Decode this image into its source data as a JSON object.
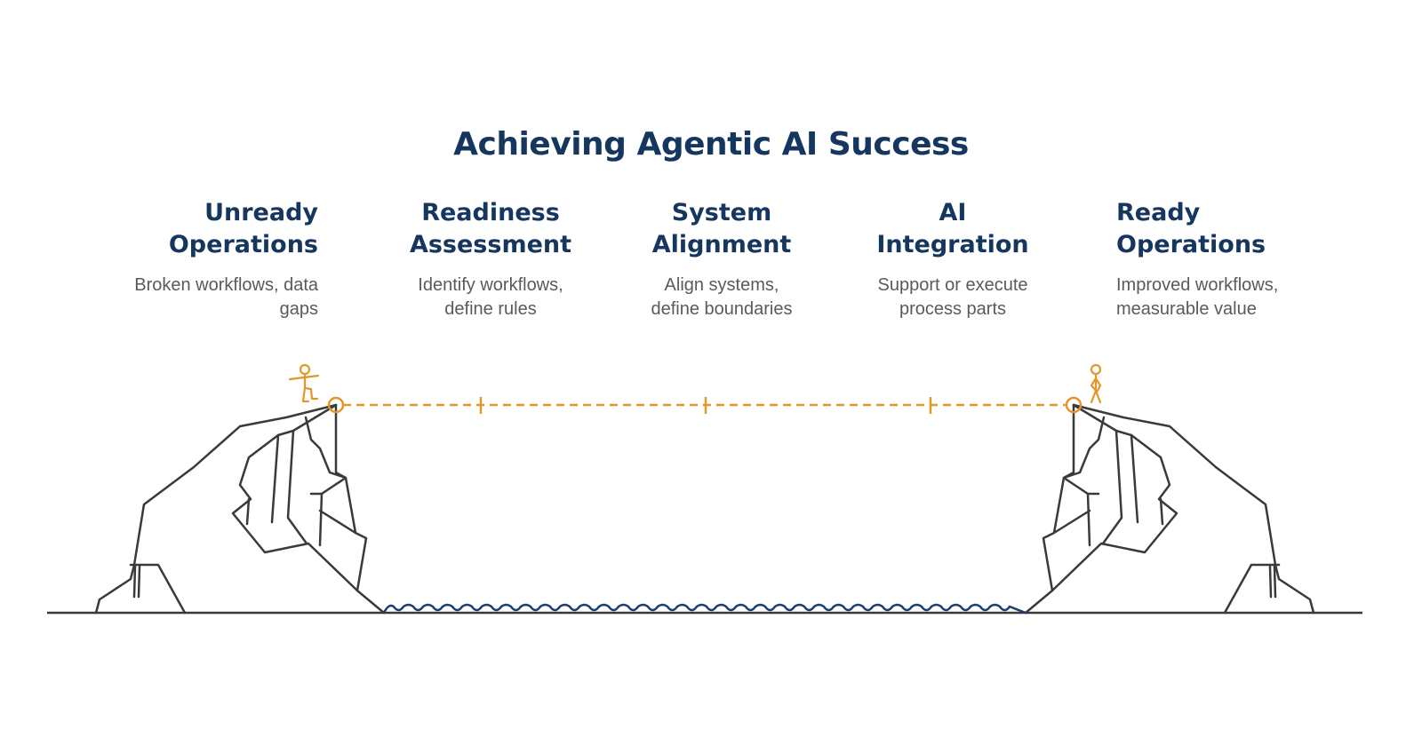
{
  "title": "Achieving Agentic AI Success",
  "steps": [
    {
      "title_lines": [
        "Unready",
        "Operations"
      ],
      "desc_lines": [
        "Broken workflows, data",
        "gaps"
      ]
    },
    {
      "title_lines": [
        "Readiness",
        "Assessment"
      ],
      "desc_lines": [
        "Identify workflows,",
        "define rules"
      ]
    },
    {
      "title_lines": [
        "System",
        "Alignment"
      ],
      "desc_lines": [
        "Align systems,",
        "define boundaries"
      ]
    },
    {
      "title_lines": [
        "AI",
        "Integration"
      ],
      "desc_lines": [
        "Support or execute",
        "process parts"
      ]
    },
    {
      "title_lines": [
        "Ready",
        "Operations"
      ],
      "desc_lines": [
        "Improved workflows,",
        "measurable value"
      ]
    }
  ],
  "colors": {
    "heading": "#15365f",
    "description": "#5a5a5a",
    "accent": "#e3962a",
    "outline": "#3a3a3a",
    "water": "#1c3f6e"
  }
}
